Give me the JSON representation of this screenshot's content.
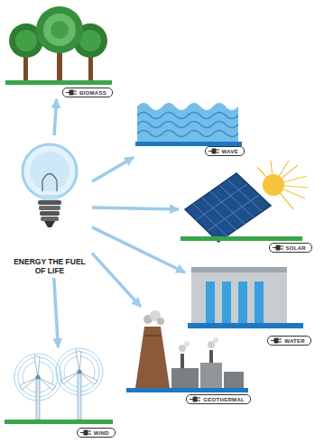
{
  "diagram": {
    "nodes": [
      {
        "text": [
          "ENERGY THE FUEL OF LIFE"
        ]
      },
      {
        "text": [
          "BIOMASS"
        ]
      },
      {
        "text": [
          "WAVE"
        ]
      },
      {
        "text": [
          "SOLAR"
        ]
      },
      {
        "text": [
          "WATER"
        ]
      },
      {
        "text": [
          "GEOTHERMAL"
        ]
      },
      {
        "text": [
          "WIND"
        ]
      }
    ],
    "edges": [
      {
        "from": 0,
        "to": 1,
        "arrow": "to"
      },
      {
        "from": 0,
        "to": 2,
        "arrow": "to"
      },
      {
        "from": 0,
        "to": 3,
        "arrow": "to"
      },
      {
        "from": 0,
        "to": 4,
        "arrow": "to"
      },
      {
        "from": 0,
        "to": 5,
        "arrow": "to"
      },
      {
        "from": 0,
        "to": 6,
        "arrow": "to"
      }
    ]
  }
}
